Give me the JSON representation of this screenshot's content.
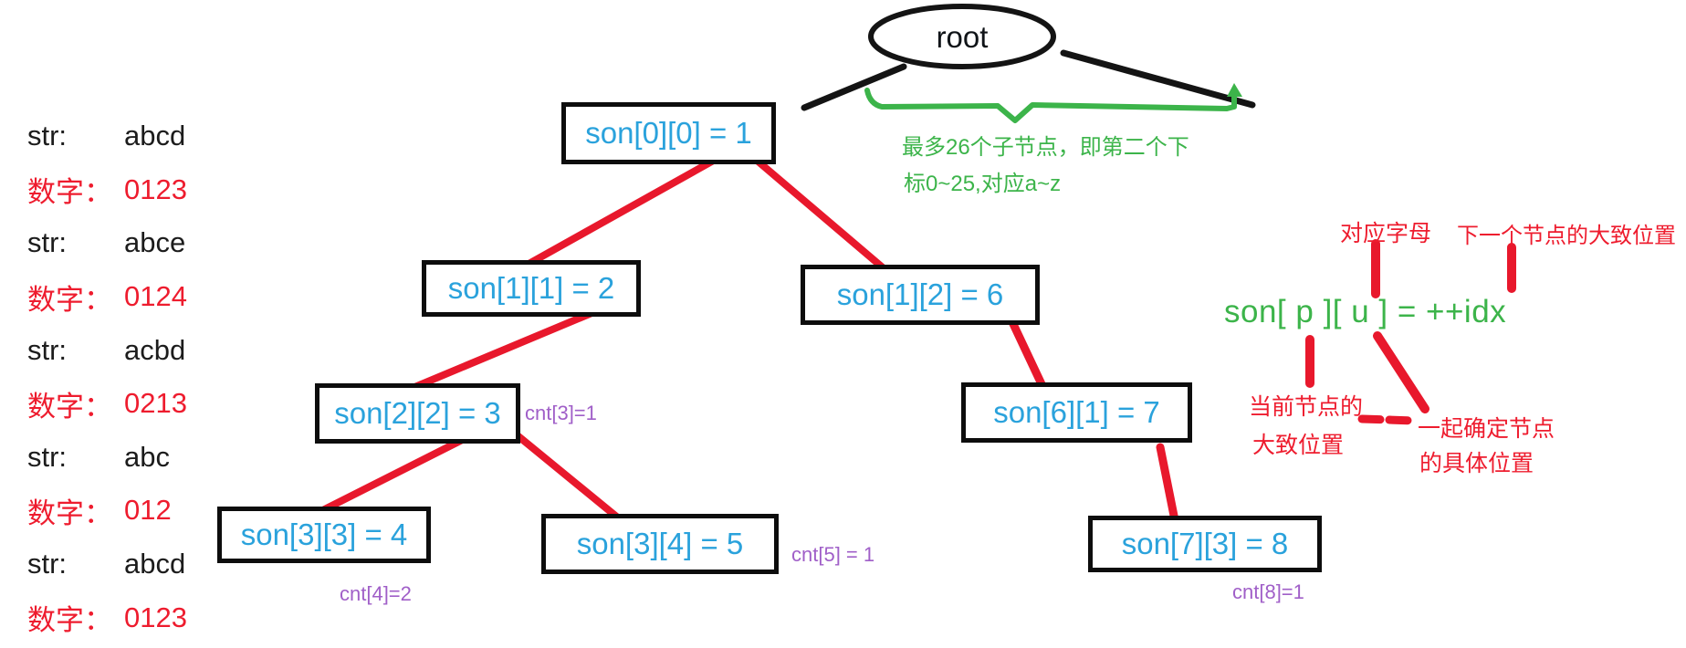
{
  "word_list": {
    "rows": [
      {
        "label": "str:",
        "value": "abcd"
      },
      {
        "label": "数字：",
        "value": "0123"
      },
      {
        "label": "str:",
        "value": "abce"
      },
      {
        "label": "数字：",
        "value": "0124"
      },
      {
        "label": "str:",
        "value": "acbd"
      },
      {
        "label": "数字：",
        "value": "0213"
      },
      {
        "label": "str:",
        "value": "abc"
      },
      {
        "label": "数字：",
        "value": "012"
      },
      {
        "label": "str:",
        "value": "abcd"
      },
      {
        "label": "数字：",
        "value": "0123"
      }
    ]
  },
  "tree": {
    "root_label": "root",
    "nodes": [
      {
        "label": "son[0][0] = 1"
      },
      {
        "label": "son[1][1] = 2"
      },
      {
        "label": "son[1][2] = 6"
      },
      {
        "label": "son[2][2] = 3"
      },
      {
        "label": "son[6][1] = 7"
      },
      {
        "label": "son[3][3] = 4"
      },
      {
        "label": "son[3][4] = 5"
      },
      {
        "label": "son[7][3] = 8"
      }
    ],
    "cnt_labels": [
      {
        "text": "cnt[3]=1"
      },
      {
        "text": "cnt[4]=2"
      },
      {
        "text": "cnt[5] = 1"
      },
      {
        "text": "cnt[8]=1"
      }
    ]
  },
  "notes": {
    "children_line1": "最多26个子节点，即第二个下",
    "children_line2": "标0~25,对应a~z"
  },
  "formula": {
    "code": "son[ p ][ u ] = ++idx",
    "label_letter": "对应字母",
    "label_next": "下一个节点的大致位置",
    "label_current_line1": "当前节点的",
    "label_current_line2": "大致位置",
    "label_together_line1": "一起确定节点",
    "label_together_line2": "的具体位置"
  },
  "colors": {
    "node_text_blue": "#2aa2dc",
    "annotation_red": "#ee1c2e",
    "annotation_green": "#3cb44a",
    "cnt_purple": "#a05fc8",
    "line_black": "#141414"
  }
}
